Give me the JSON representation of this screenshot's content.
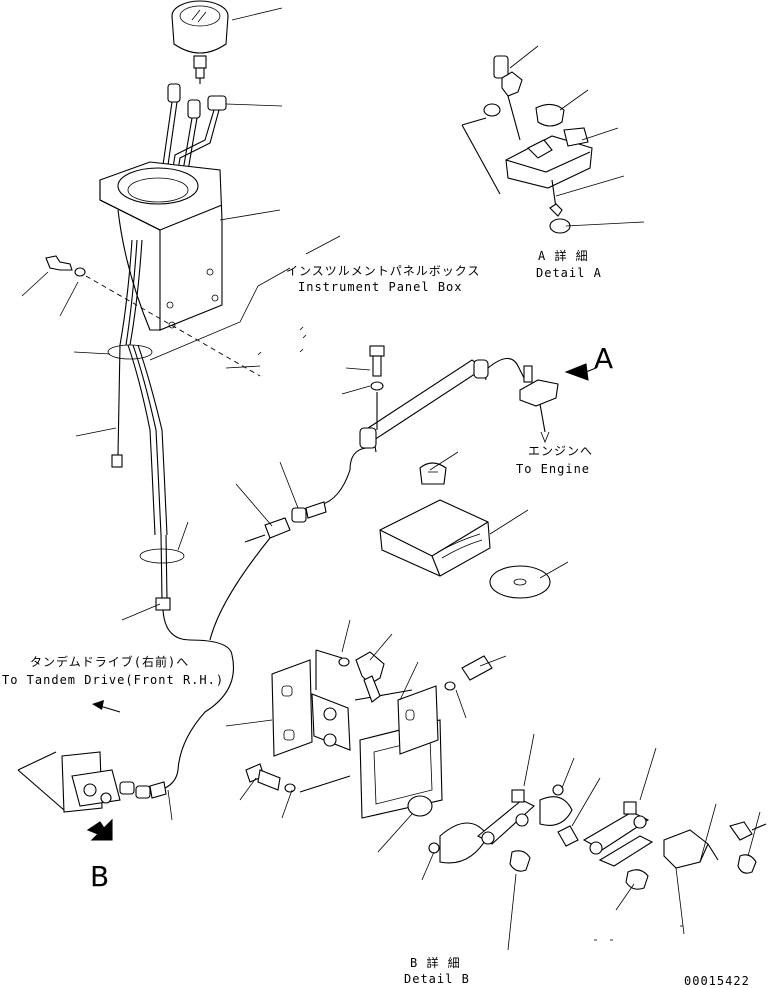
{
  "labels": {
    "instrument_panel_box_jp": "インスツルメントパネルボックス",
    "instrument_panel_box_en": "Instrument Panel Box",
    "detail_a_jp": "A 詳 細",
    "detail_a_en": "Detail A",
    "to_engine_jp": "エンジンへ",
    "to_engine_en": "To Engine",
    "to_tandem_jp": "タンデムドライブ(右前)へ",
    "to_tandem_en": "To Tandem Drive(Front R.H.)",
    "detail_b_jp": "B 詳 細",
    "detail_b_en": "Detail B",
    "callout_a": "A",
    "callout_b": "B",
    "drawing_number": "00015422"
  }
}
